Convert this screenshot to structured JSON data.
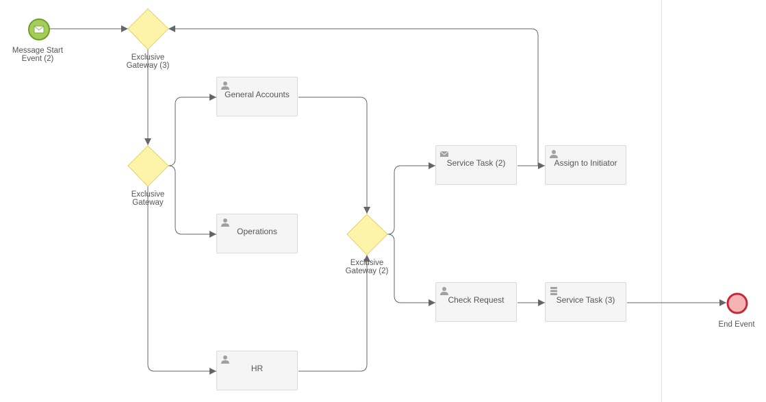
{
  "diagram": {
    "start_event": {
      "label_line1": "Message Start",
      "label_line2": "Event (2)"
    },
    "gateway_3": {
      "label_line1": "Exclusive",
      "label_line2": "Gateway (3)"
    },
    "gateway_1": {
      "label_line1": "Exclusive",
      "label_line2": "Gateway"
    },
    "gateway_2": {
      "label_line1": "Exclusive",
      "label_line2": "Gateway (2)"
    },
    "tasks": {
      "general_accounts": {
        "label": "General Accounts",
        "icon": "user-icon"
      },
      "operations": {
        "label": "Operations",
        "icon": "user-icon"
      },
      "hr": {
        "label": "HR",
        "icon": "user-icon"
      },
      "service_task_2": {
        "label": "Service Task (2)",
        "icon": "envelope-icon"
      },
      "assign_to_initiator": {
        "label": "Assign to Initiator",
        "icon": "user-icon"
      },
      "check_request": {
        "label": "Check Request",
        "icon": "user-icon"
      },
      "service_task_3": {
        "label": "Service Task (3)",
        "icon": "database-icon"
      }
    },
    "end_event": {
      "label": "End Event"
    },
    "colors": {
      "start_fill": "#a5cd5a",
      "start_stroke": "#6f9e22",
      "gateway_fill": "#fdf4a9",
      "gateway_stroke": "#e0d16b",
      "end_fill": "#f6b3b3",
      "end_stroke": "#c6283a",
      "flow": "#666666"
    }
  }
}
